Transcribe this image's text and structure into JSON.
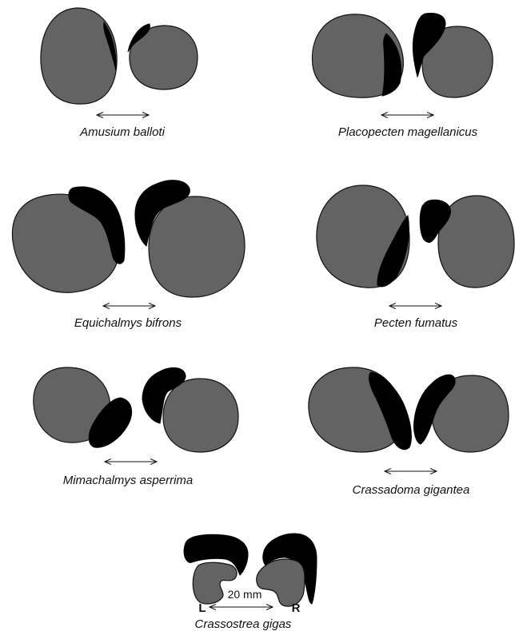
{
  "species": [
    {
      "name": "Amusium balloti"
    },
    {
      "name": "Placopecten magellanicus"
    },
    {
      "name": "Equichalmys bifrons"
    },
    {
      "name": "Pecten fumatus"
    },
    {
      "name": "Mimachalmys asperrima"
    },
    {
      "name": "Crassadoma gigantea"
    },
    {
      "name": "Crassostrea gigas"
    }
  ],
  "scale": {
    "label": "20 mm",
    "left": "L",
    "right": "R"
  },
  "colors": {
    "shell": "#636363",
    "muscle": "#000000",
    "outline": "#111111"
  }
}
